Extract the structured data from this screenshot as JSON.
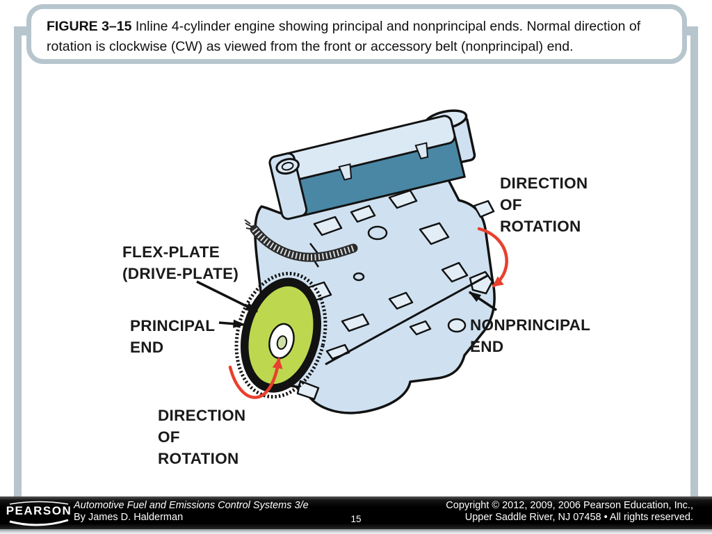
{
  "caption": {
    "figure_label": "FIGURE 3–15",
    "body": " Inline 4-cylinder engine showing principal and nonprincipal ends. Normal direction of rotation is clockwise (CW) as viewed from the front or accessory belt (nonprincipal) end."
  },
  "diagram": {
    "labels": {
      "flex_plate": "FLEX-PLATE\n(DRIVE-PLATE)",
      "principal_end": "PRINCIPAL\nEND",
      "nonprincipal_end": "NONPRINCIPAL\nEND",
      "direction_of_rotation_front": "DIRECTION\nOF\nROTATION",
      "direction_of_rotation_rear": "DIRECTION\nOF\nROTATION"
    },
    "colors": {
      "engine_body": "#cfe1f0",
      "engine_body_light": "#dbe9f5",
      "valve_cover": "#4a87a5",
      "flex_plate": "#bdd84f",
      "rotation_arrow": "#e8402e"
    }
  },
  "frame": {
    "border_color": "#b7c5cd"
  },
  "footer": {
    "logo": "PEARSON",
    "book_title": "Automotive Fuel and Emissions Control Systems 3/e",
    "author": "By James D. Halderman",
    "page_number": "15",
    "copyright_line1": "Copyright © 2012, 2009, 2006 Pearson Education, Inc.,",
    "copyright_line2": "Upper Saddle River, NJ 07458 • All rights reserved."
  }
}
